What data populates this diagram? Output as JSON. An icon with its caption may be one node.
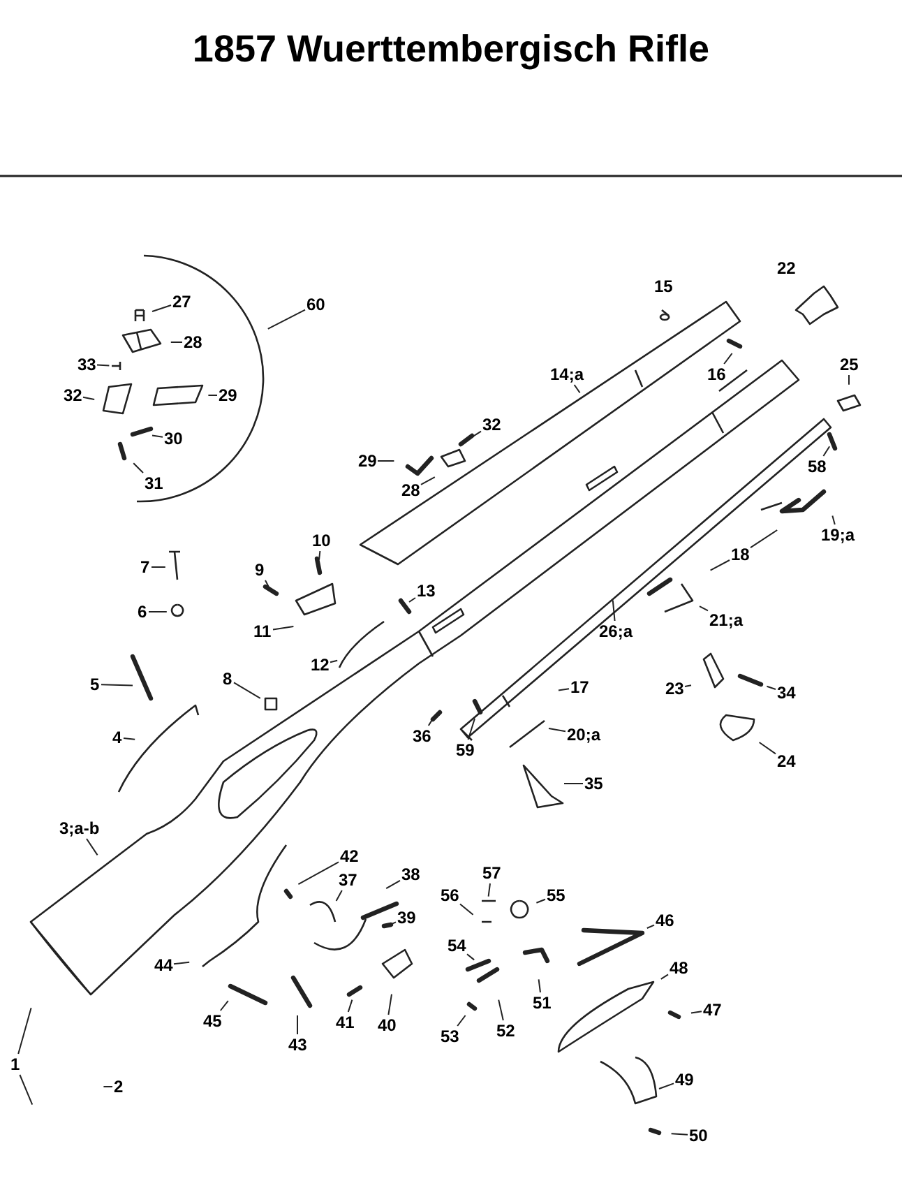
{
  "diagram": {
    "title": "1857 Wuerttembergisch Rifle",
    "nodes": [
      {
        "text": [
          "27"
        ]
      },
      {
        "text": [
          "60"
        ]
      },
      {
        "text": [
          "28"
        ]
      },
      {
        "text": [
          "33"
        ]
      },
      {
        "text": [
          "25"
        ]
      },
      {
        "text": [
          "14;a"
        ]
      },
      {
        "text": [
          "16"
        ]
      },
      {
        "text": [
          "32"
        ]
      },
      {
        "text": [
          "29"
        ]
      },
      {
        "text": [
          "32"
        ]
      },
      {
        "text": [
          "30"
        ]
      },
      {
        "text": [
          "29"
        ]
      },
      {
        "text": [
          "58"
        ]
      },
      {
        "text": [
          "31"
        ]
      },
      {
        "text": [
          "28"
        ]
      },
      {
        "text": [
          "19;a"
        ]
      },
      {
        "text": [
          "10"
        ]
      },
      {
        "text": [
          "18"
        ]
      },
      {
        "text": [
          "7"
        ]
      },
      {
        "text": [
          "9"
        ]
      },
      {
        "text": [
          "13"
        ]
      },
      {
        "text": [
          "6"
        ]
      },
      {
        "text": [
          "21;a"
        ]
      },
      {
        "text": [
          "11"
        ]
      },
      {
        "text": [
          "26;a"
        ]
      },
      {
        "text": [
          "12"
        ]
      },
      {
        "text": [
          "5"
        ]
      },
      {
        "text": [
          "17"
        ]
      },
      {
        "text": [
          "23"
        ]
      },
      {
        "text": [
          "34"
        ]
      },
      {
        "text": [
          "8"
        ]
      },
      {
        "text": [
          "36"
        ]
      },
      {
        "text": [
          "20;a"
        ]
      },
      {
        "text": [
          "4"
        ]
      },
      {
        "text": [
          "59"
        ]
      },
      {
        "text": [
          "24"
        ]
      },
      {
        "text": [
          "35"
        ]
      },
      {
        "text": [
          "3;a-b"
        ]
      },
      {
        "text": [
          "42"
        ]
      },
      {
        "text": [
          "57"
        ]
      },
      {
        "text": [
          "38"
        ]
      },
      {
        "text": [
          "37"
        ]
      },
      {
        "text": [
          "56"
        ]
      },
      {
        "text": [
          "55"
        ]
      },
      {
        "text": [
          "39"
        ]
      },
      {
        "text": [
          "46"
        ]
      },
      {
        "text": [
          "54"
        ]
      },
      {
        "text": [
          "44"
        ]
      },
      {
        "text": [
          "48"
        ]
      },
      {
        "text": [
          "51"
        ]
      },
      {
        "text": [
          "47"
        ]
      },
      {
        "text": [
          "45"
        ]
      },
      {
        "text": [
          "41"
        ]
      },
      {
        "text": [
          "40"
        ]
      },
      {
        "text": [
          "53"
        ]
      },
      {
        "text": [
          "52"
        ]
      },
      {
        "text": [
          "43"
        ]
      },
      {
        "text": [
          "1"
        ]
      },
      {
        "text": [
          "2"
        ]
      },
      {
        "text": [
          "49"
        ]
      },
      {
        "text": [
          "50"
        ]
      }
    ],
    "edges": [
      {
        "from": 0,
        "to": null,
        "arrow": "none"
      },
      {
        "from": 1,
        "to": null,
        "arrow": "none"
      },
      {
        "from": 2,
        "to": null,
        "arrow": "none"
      },
      {
        "from": 3,
        "to": null,
        "arrow": "none"
      },
      {
        "from": 4,
        "to": null,
        "arrow": "none"
      },
      {
        "from": 5,
        "to": null,
        "arrow": "none"
      },
      {
        "from": 6,
        "to": null,
        "arrow": "none"
      },
      {
        "from": 7,
        "to": null,
        "arrow": "none"
      },
      {
        "from": 8,
        "to": null,
        "arrow": "none"
      },
      {
        "from": 9,
        "to": null,
        "arrow": "none"
      },
      {
        "from": 10,
        "to": null,
        "arrow": "none"
      },
      {
        "from": 11,
        "to": null,
        "arrow": "none"
      },
      {
        "from": 12,
        "to": null,
        "arrow": "none"
      },
      {
        "from": 13,
        "to": null,
        "arrow": "none"
      },
      {
        "from": 14,
        "to": null,
        "arrow": "none"
      },
      {
        "from": 15,
        "to": null,
        "arrow": "none"
      },
      {
        "from": 16,
        "to": null,
        "arrow": "none"
      },
      {
        "from": 17,
        "to": null,
        "arrow": "none"
      },
      {
        "from": 17,
        "to": null,
        "arrow": "none"
      },
      {
        "from": 18,
        "to": null,
        "arrow": "none"
      },
      {
        "from": 19,
        "to": null,
        "arrow": "none"
      },
      {
        "from": 20,
        "to": null,
        "arrow": "none"
      },
      {
        "from": 21,
        "to": null,
        "arrow": "none"
      },
      {
        "from": 22,
        "to": null,
        "arrow": "none"
      },
      {
        "from": 23,
        "to": null,
        "arrow": "none"
      },
      {
        "from": 24,
        "to": null,
        "arrow": "none"
      },
      {
        "from": 25,
        "to": null,
        "arrow": "none"
      },
      {
        "from": 26,
        "to": null,
        "arrow": "none"
      },
      {
        "from": 27,
        "to": null,
        "arrow": "none"
      },
      {
        "from": 28,
        "to": null,
        "arrow": "none"
      },
      {
        "from": 29,
        "to": null,
        "arrow": "none"
      },
      {
        "from": 30,
        "to": null,
        "arrow": "none"
      },
      {
        "from": 31,
        "to": null,
        "arrow": "none"
      },
      {
        "from": 32,
        "to": null,
        "arrow": "none"
      },
      {
        "from": 33,
        "to": null,
        "arrow": "none"
      },
      {
        "from": 34,
        "to": null,
        "arrow": "none"
      },
      {
        "from": 35,
        "to": null,
        "arrow": "none"
      },
      {
        "from": 36,
        "to": null,
        "arrow": "none"
      },
      {
        "from": 37,
        "to": null,
        "arrow": "none"
      },
      {
        "from": 38,
        "to": null,
        "arrow": "none"
      },
      {
        "from": 39,
        "to": null,
        "arrow": "none"
      },
      {
        "from": 40,
        "to": null,
        "arrow": "none"
      },
      {
        "from": 41,
        "to": null,
        "arrow": "none"
      },
      {
        "from": 42,
        "to": null,
        "arrow": "none"
      },
      {
        "from": 43,
        "to": null,
        "arrow": "none"
      },
      {
        "from": 44,
        "to": null,
        "arrow": "none"
      },
      {
        "from": 45,
        "to": null,
        "arrow": "none"
      },
      {
        "from": 46,
        "to": null,
        "arrow": "none"
      },
      {
        "from": 47,
        "to": null,
        "arrow": "none"
      },
      {
        "from": 48,
        "to": null,
        "arrow": "none"
      },
      {
        "from": 49,
        "to": null,
        "arrow": "none"
      },
      {
        "from": 50,
        "to": null,
        "arrow": "none"
      },
      {
        "from": 51,
        "to": null,
        "arrow": "none"
      },
      {
        "from": 52,
        "to": null,
        "arrow": "none"
      },
      {
        "from": 53,
        "to": null,
        "arrow": "none"
      },
      {
        "from": 54,
        "to": null,
        "arrow": "none"
      },
      {
        "from": 55,
        "to": null,
        "arrow": "none"
      },
      {
        "from": 56,
        "to": null,
        "arrow": "none"
      },
      {
        "from": 57,
        "to": null,
        "arrow": "none"
      },
      {
        "from": 57,
        "to": null,
        "arrow": "none"
      },
      {
        "from": 58,
        "to": null,
        "arrow": "none"
      },
      {
        "from": 59,
        "to": null,
        "arrow": "none"
      },
      {
        "from": 60,
        "to": null,
        "arrow": "none"
      }
    ],
    "labels": [
      "22",
      "15"
    ]
  }
}
